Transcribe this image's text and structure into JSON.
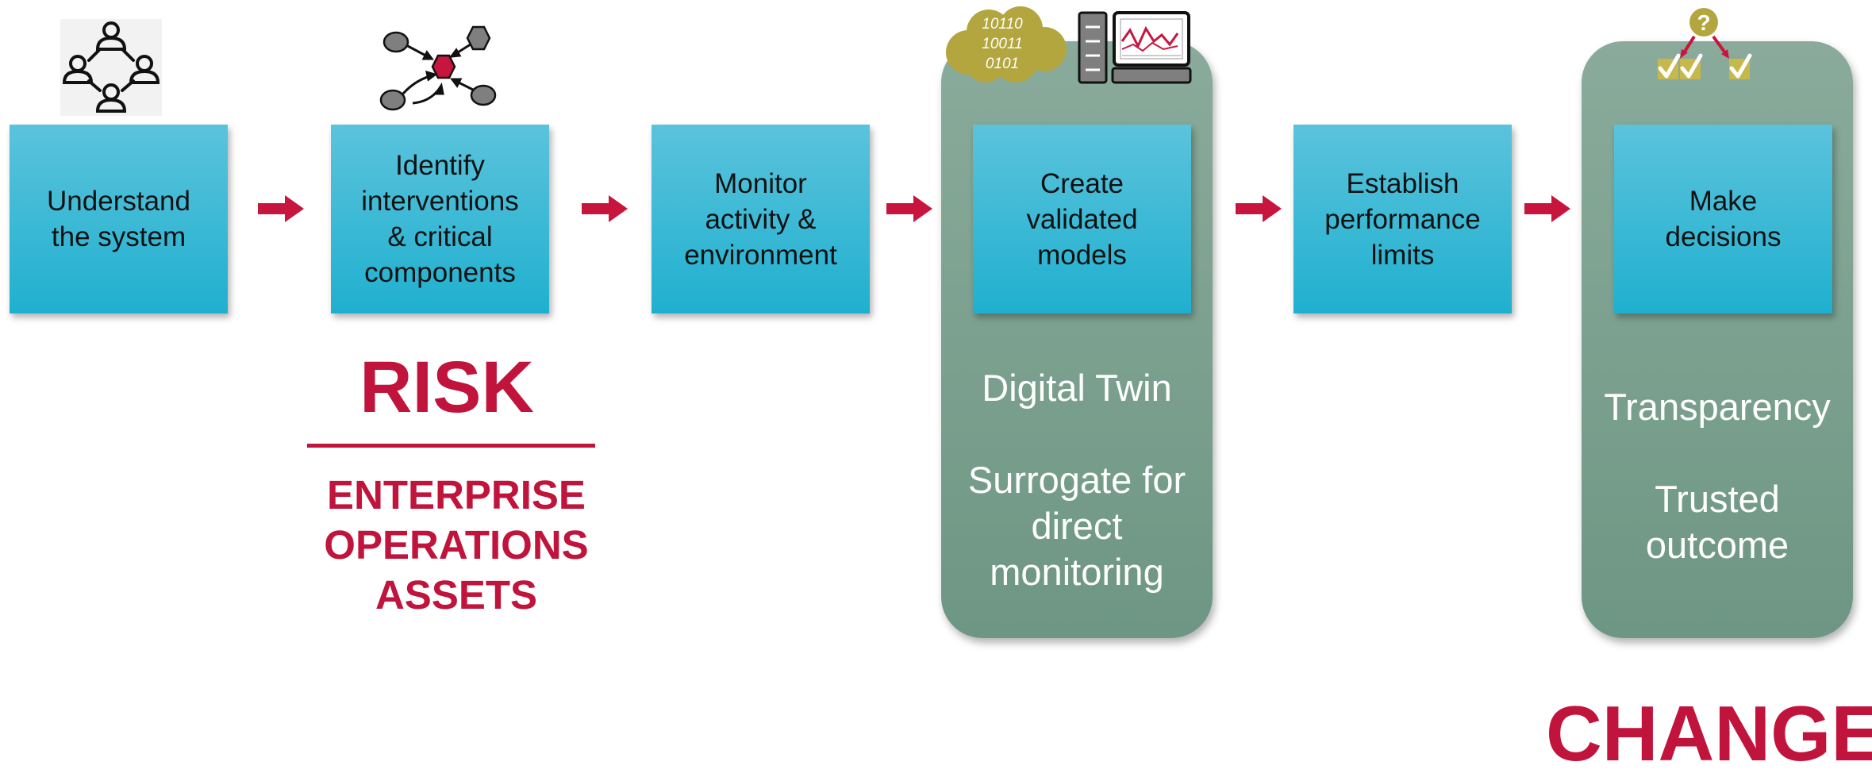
{
  "steps": [
    {
      "label": "Understand\nthe system"
    },
    {
      "label": "Identify\ninterventions\n& critical\ncomponents"
    },
    {
      "label": "Monitor\nactivity &\nenvironment"
    },
    {
      "label": "Create\nvalidated\nmodels"
    },
    {
      "label": "Establish\nperformance\nlimits"
    },
    {
      "label": "Make\ndecisions"
    }
  ],
  "twin_panel": {
    "title": "Digital Twin",
    "subtitle": "Surrogate for\ndirect\nmonitoring"
  },
  "decide_panel": {
    "title": "Transparency",
    "subtitle": "Trusted\noutcome"
  },
  "risk": {
    "title": "RISK",
    "items": [
      "ENTERPRISE",
      "OPERATIONS",
      "ASSETS"
    ]
  },
  "change_label": "CHANGE",
  "data_cloud": {
    "text": "10110\n10011\n0101"
  },
  "icons": {
    "step1": "people-network-icon",
    "step2": "node-graph-icon",
    "step4_left": "data-cloud-icon",
    "step4_right": "computer-monitor-icon",
    "step6": "decision-checkmarks-icon",
    "arrows": "arrow-right-icon"
  },
  "colors": {
    "step_box": "#2bb5d3",
    "panel": "#7ea291",
    "arrow": "#c8153e",
    "risk_text": "#c0143c",
    "cloud": "#b3a63e",
    "check_box": "#c6b84a"
  }
}
